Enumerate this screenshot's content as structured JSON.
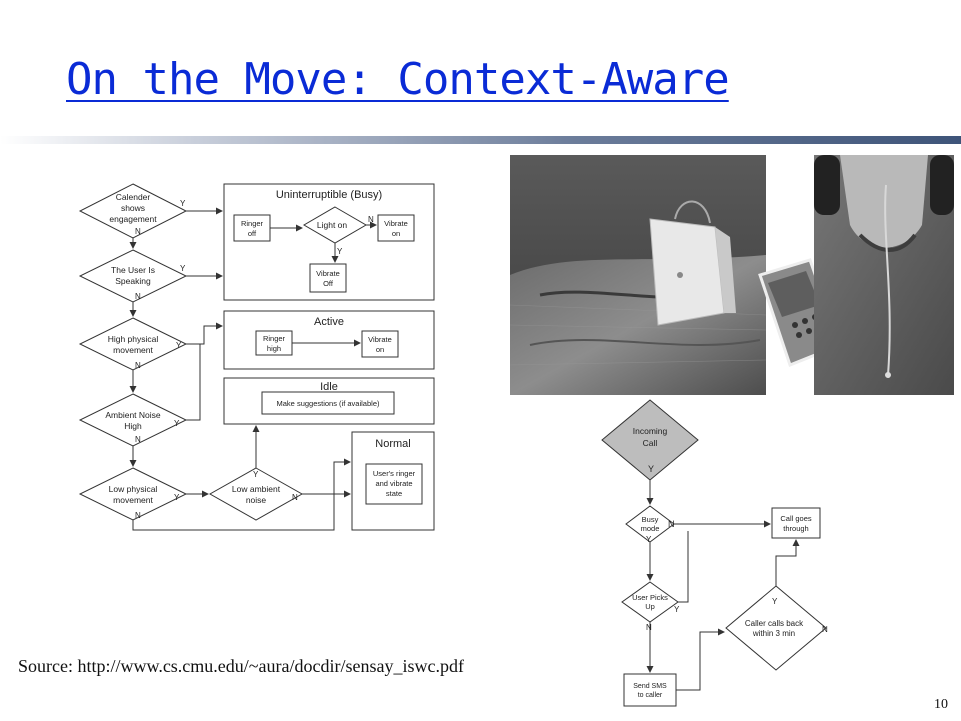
{
  "slide": {
    "title": "On the Move: Context-Aware",
    "source": "Source: http://www.cs.cmu.edu/~aura/docdir/sensay_iswc.pdf",
    "page_number": "10"
  },
  "left_flowchart": {
    "decisions": [
      [
        "Calender",
        "shows",
        "engagement"
      ],
      [
        "The User Is",
        "Speaking"
      ],
      [
        "High physical",
        "movement"
      ],
      [
        "Ambient Noise",
        "High"
      ],
      [
        "Low physical",
        "movement"
      ],
      [
        "Low ambient",
        "noise"
      ]
    ],
    "states": {
      "uninterruptible": "Uninterruptible (Busy)",
      "active": "Active",
      "idle": "Idle",
      "normal": "Normal"
    },
    "boxes": {
      "ringer_off": [
        "Ringer",
        "off"
      ],
      "light_on": "Light on",
      "vibrate_on": [
        "Vibrate",
        "on"
      ],
      "vibrate_off": [
        "Vibrate",
        "Off"
      ],
      "ringer_high": [
        "Ringer",
        "high"
      ],
      "vibrate_on_active": [
        "Vibrate",
        "on"
      ],
      "suggestions": "Make suggestions (if available)",
      "users_ringer": [
        "User's ringer",
        "and vibrate",
        "state"
      ]
    },
    "labels": {
      "yes": "Y",
      "no": "N"
    }
  },
  "right_flowchart": {
    "incoming": [
      "Incoming",
      "Call"
    ],
    "busy": [
      "Busy",
      "mode"
    ],
    "picks": [
      "User Picks",
      "Up"
    ],
    "send": [
      "Send SMS",
      "to caller"
    ],
    "call_goes": [
      "Call goes",
      "through"
    ],
    "callback": [
      "Caller calls back",
      "within 3 min"
    ],
    "labels": {
      "yes": "Y",
      "no": "N"
    }
  },
  "photo": {
    "icon": "wearable-sensor-photo"
  }
}
